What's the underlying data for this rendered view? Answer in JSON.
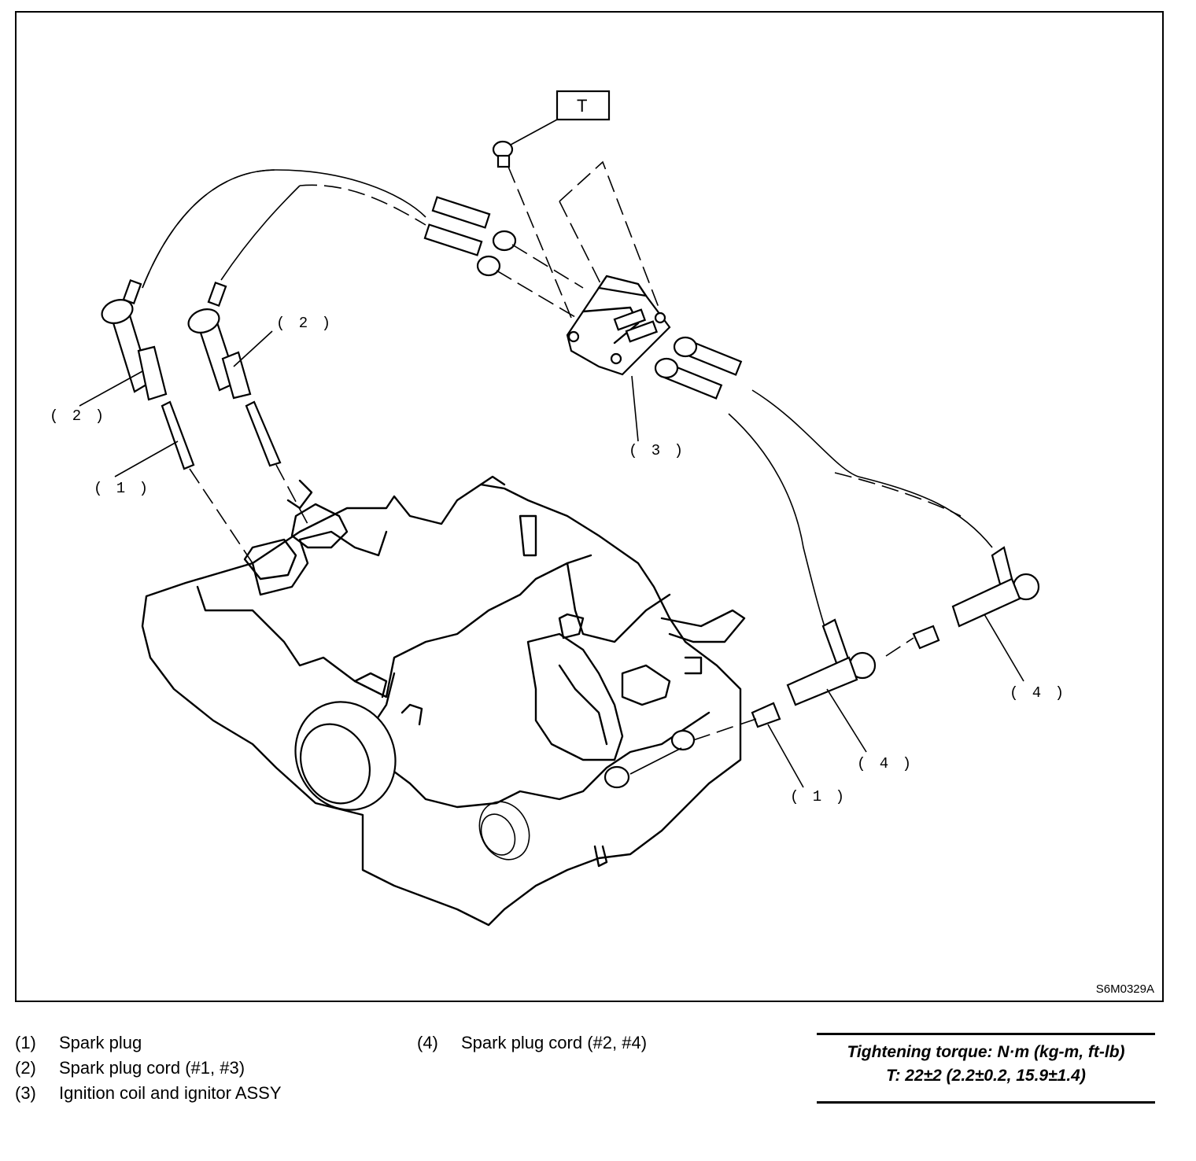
{
  "figure": {
    "id": "S6M0329A",
    "torque_marker": "T",
    "callouts": {
      "spark_plug": "( 1 )",
      "spark_plug_cord_13": "( 2 )",
      "coil_assy": "( 3 )",
      "spark_plug_cord_24": "( 4 )"
    }
  },
  "legend": [
    {
      "num": "(1)",
      "text": "Spark plug"
    },
    {
      "num": "(2)",
      "text": "Spark plug cord (#1, #3)"
    },
    {
      "num": "(3)",
      "text": "Ignition coil and ignitor ASSY"
    },
    {
      "num": "(4)",
      "text": "Spark plug cord (#2, #4)"
    }
  ],
  "torque": {
    "heading": "Tightening torque: N·m (kg-m, ft-lb)",
    "value": "T: 22±2 (2.2±0.2, 15.9±1.4)"
  }
}
